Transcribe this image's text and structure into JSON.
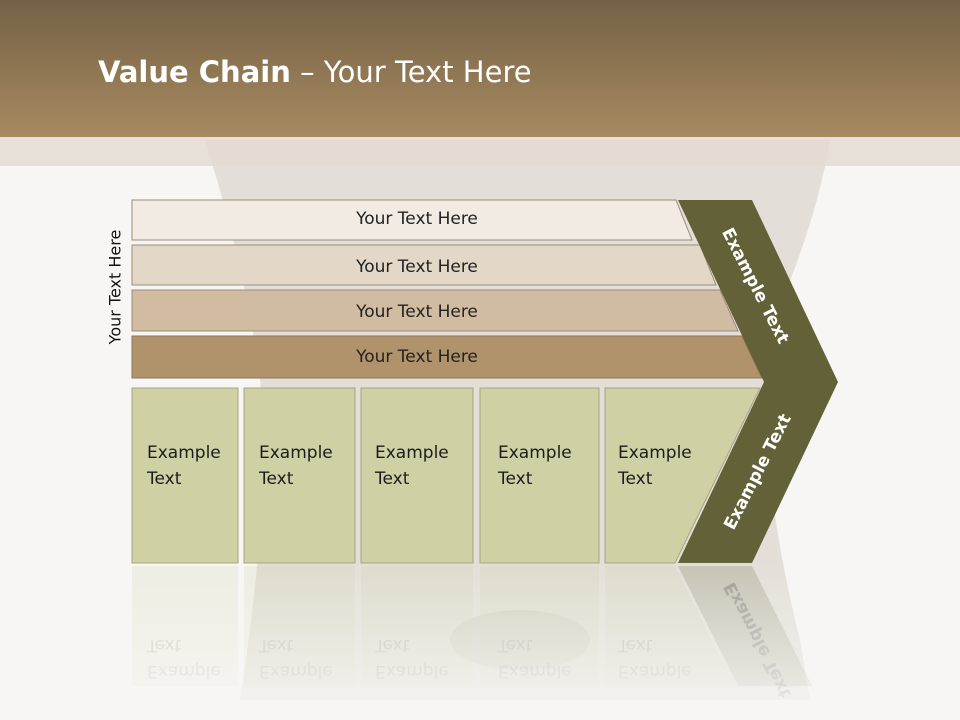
{
  "title": {
    "bold": "Value Chain",
    "rest": " – Your Text Here"
  },
  "side_label": "Your Text Here",
  "bars": [
    {
      "label": "Your Text Here"
    },
    {
      "label": "Your Text Here"
    },
    {
      "label": "Your Text Here"
    },
    {
      "label": "Your Text Here"
    }
  ],
  "boxes": [
    {
      "label": "Example\nText"
    },
    {
      "label": "Example\nText"
    },
    {
      "label": "Example\nText"
    },
    {
      "label": "Example\nText"
    },
    {
      "label": "Example\nText"
    }
  ],
  "chevron": {
    "upper_label": "Example Text",
    "lower_label": "Example Text"
  },
  "colors": {
    "header_top": "#756146",
    "header_bottom": "#a78a60",
    "bar1": "#f1ebe3",
    "bar2": "#e3d8c8",
    "bar3": "#d2bca1",
    "bar4": "#b0926b",
    "box": "#cfd0a4",
    "chevron": "#636137"
  }
}
